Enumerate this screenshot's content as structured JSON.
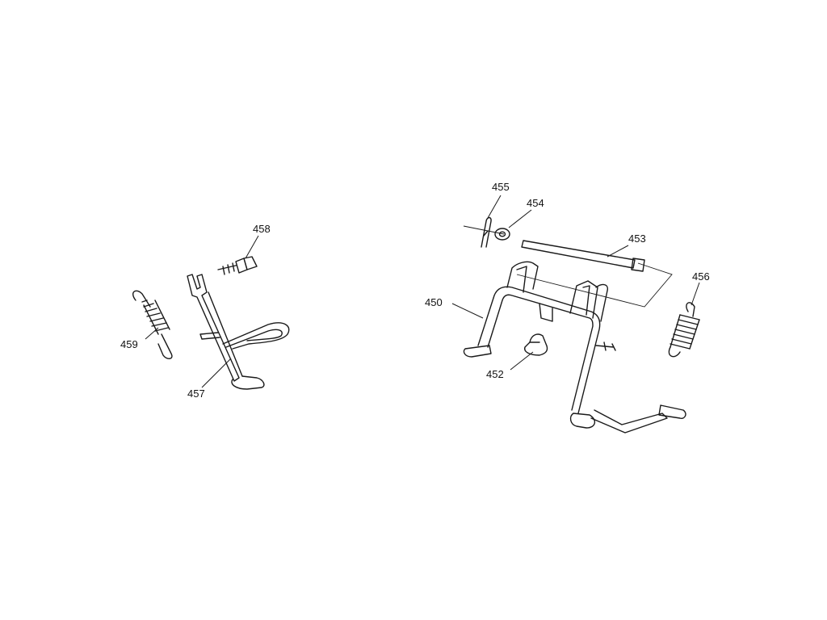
{
  "callouts": [
    {
      "id": "c450",
      "label": "450"
    },
    {
      "id": "c452",
      "label": "452"
    },
    {
      "id": "c453",
      "label": "453"
    },
    {
      "id": "c454",
      "label": "454"
    },
    {
      "id": "c455",
      "label": "455"
    },
    {
      "id": "c456",
      "label": "456"
    },
    {
      "id": "c457",
      "label": "457"
    },
    {
      "id": "c458",
      "label": "458"
    },
    {
      "id": "c459",
      "label": "459"
    }
  ]
}
